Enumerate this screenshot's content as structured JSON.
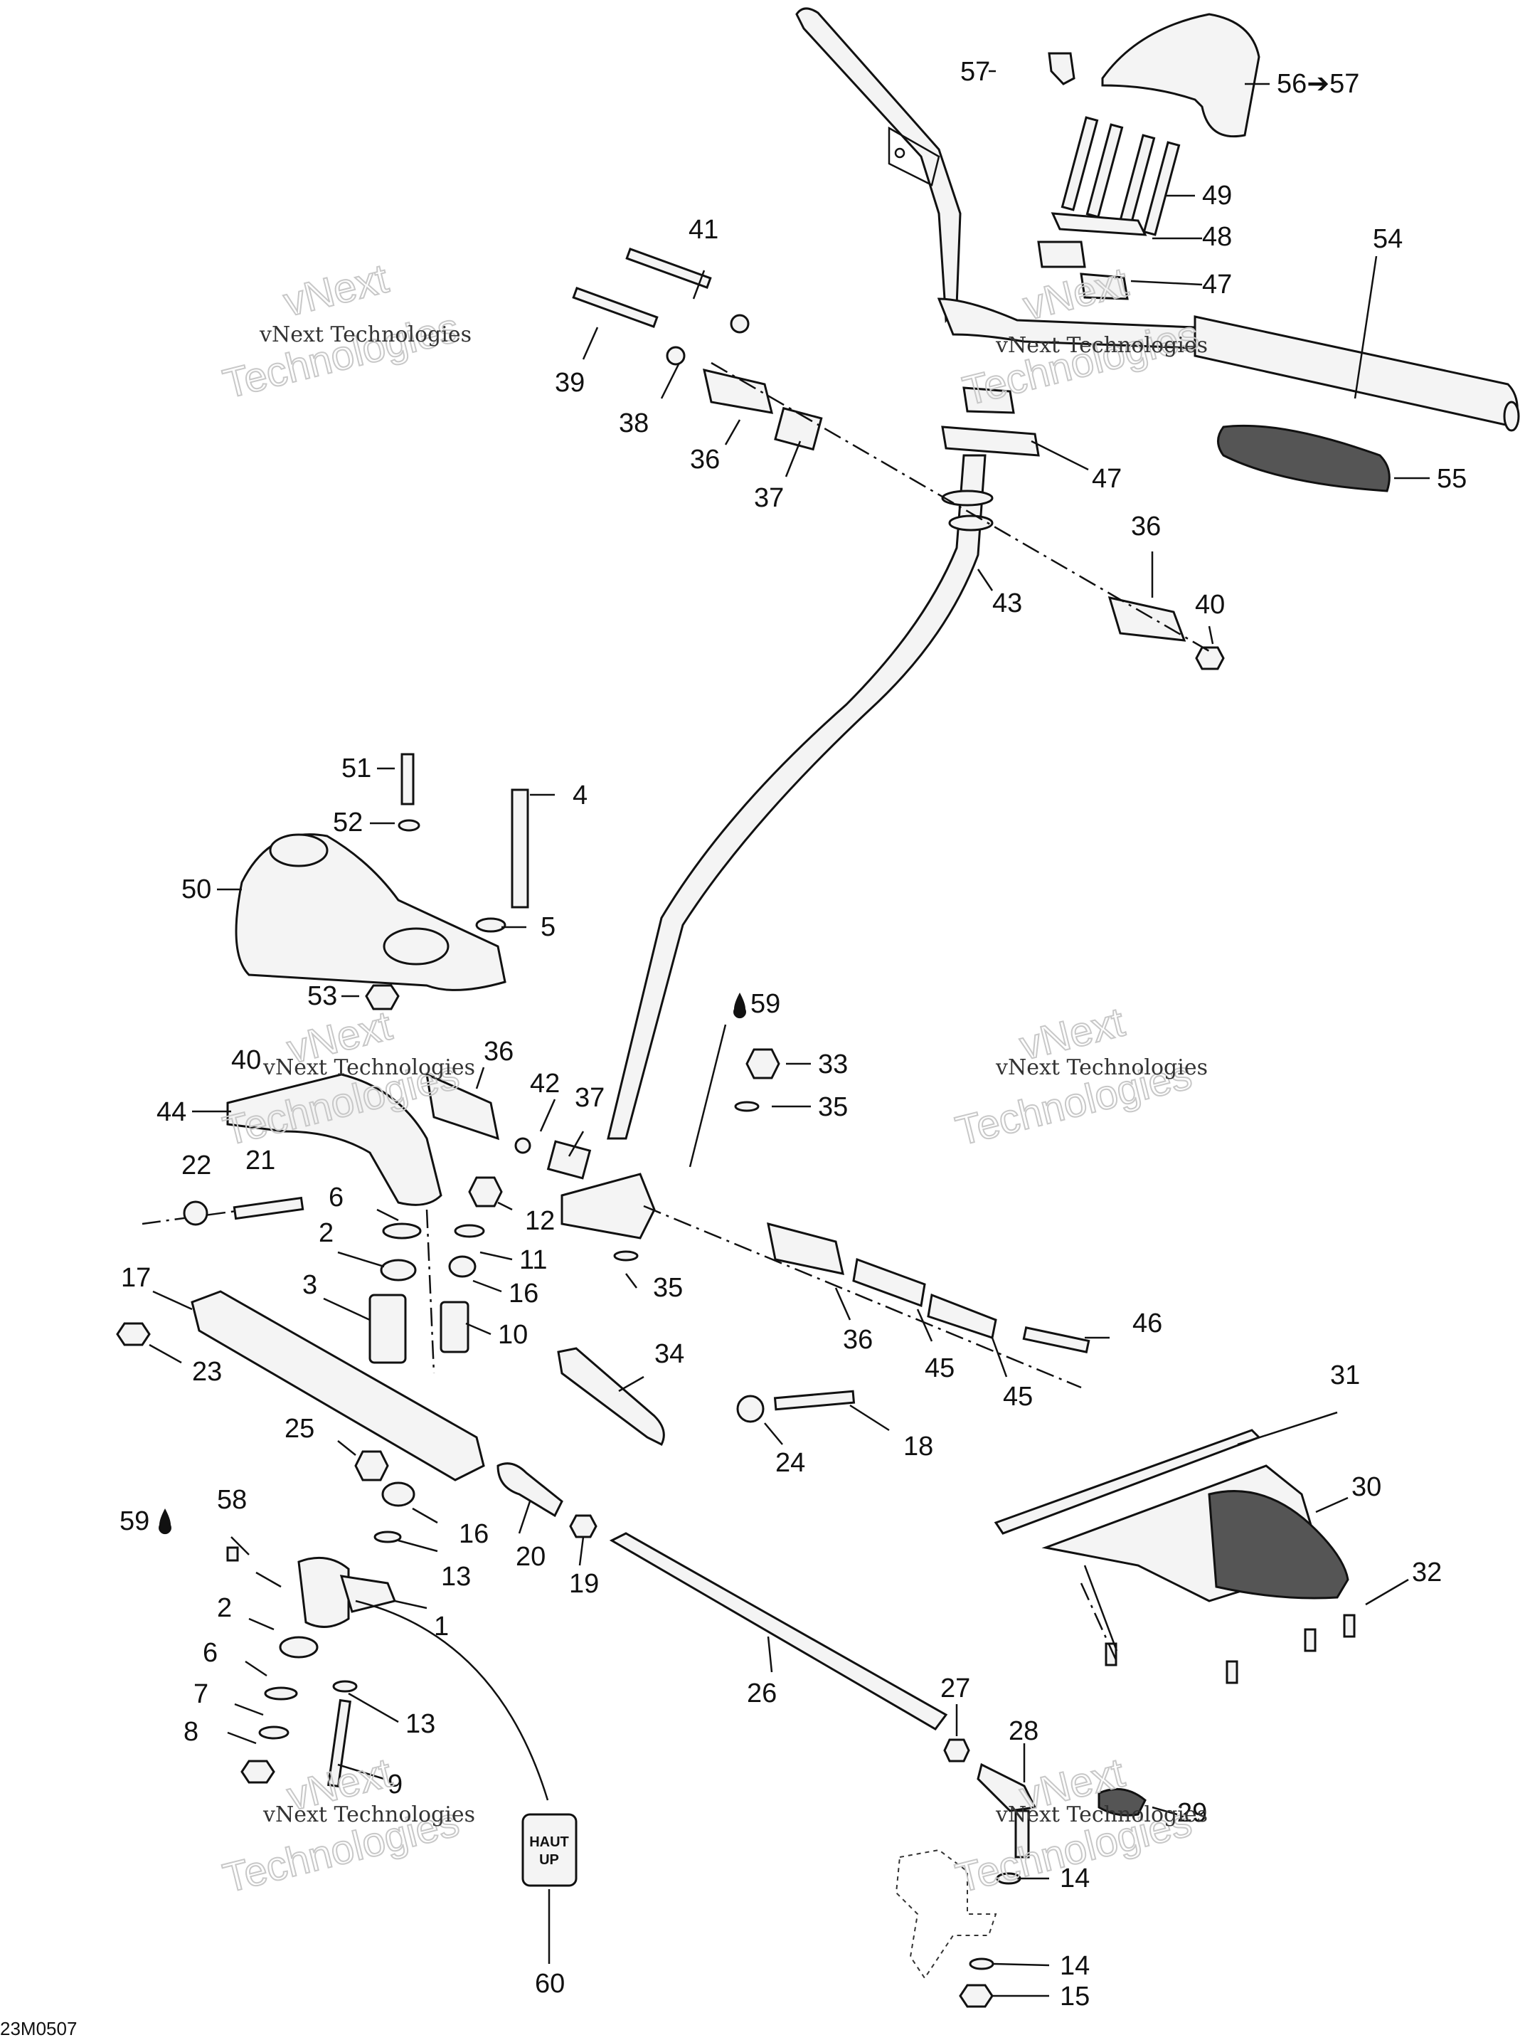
{
  "watermark": {
    "line1": "vNext Technologies",
    "line2a": "vNext",
    "line2b": "Technologies"
  },
  "diagram_code": "23M0507",
  "badge": {
    "line1": "HAUT",
    "line2": "UP"
  },
  "callouts": {
    "c1": "1",
    "c2a": "2",
    "c2b": "2",
    "c3": "3",
    "c4": "4",
    "c5": "5",
    "c6a": "6",
    "c6b": "6",
    "c7": "7",
    "c8": "8",
    "c9": "9",
    "c10": "10",
    "c11": "11",
    "c12": "12",
    "c13a": "13",
    "c13b": "13",
    "c14a": "14",
    "c14b": "14",
    "c15": "15",
    "c16a": "16",
    "c16b": "16",
    "c17": "17",
    "c18": "18",
    "c19": "19",
    "c20": "20",
    "c21": "21",
    "c22": "22",
    "c23": "23",
    "c24": "24",
    "c25": "25",
    "c26": "26",
    "c27": "27",
    "c28": "28",
    "c29": "29",
    "c30": "30",
    "c31": "31",
    "c32": "32",
    "c33": "33",
    "c34": "34",
    "c35a": "35",
    "c35b": "35",
    "c36a": "36",
    "c36b": "36",
    "c36c": "36",
    "c36d": "36",
    "c37a": "37",
    "c37b": "37",
    "c38": "38",
    "c39": "39",
    "c40a": "40",
    "c40b": "40",
    "c41": "41",
    "c42": "42",
    "c43": "43",
    "c44": "44",
    "c45a": "45",
    "c45b": "45",
    "c46": "46",
    "c47a": "47",
    "c47b": "47",
    "c48": "48",
    "c49": "49",
    "c50": "50",
    "c51": "51",
    "c52": "52",
    "c53": "53",
    "c54": "54",
    "c55": "55",
    "c56": "56➔57",
    "c57": "57",
    "c58": "58",
    "c59a": "59",
    "c59b": "59",
    "c60": "60"
  }
}
